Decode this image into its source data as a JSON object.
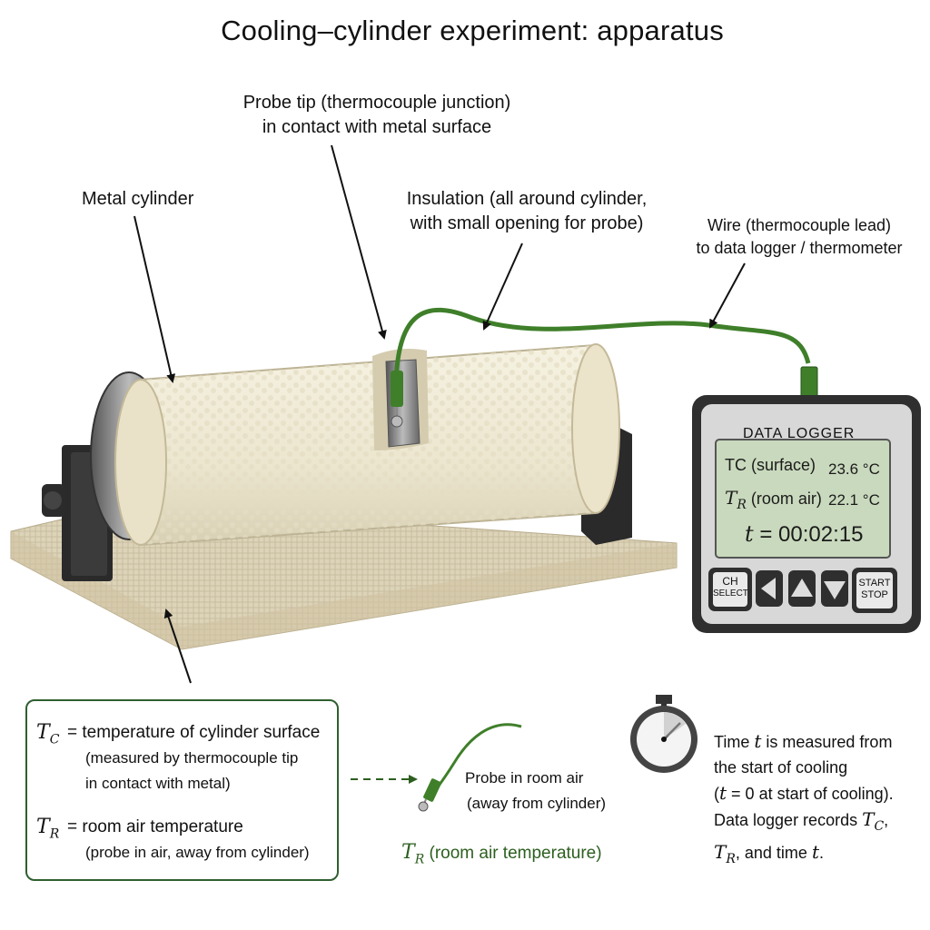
{
  "title": "Cooling–cylinder experiment: apparatus",
  "labels": {
    "probe_tip": [
      "Probe tip (thermocouple junction)",
      "in contact with metal surface"
    ],
    "metal_cylinder": "Metal cylinder",
    "insulation": [
      "Insulation (all around cylinder,",
      "with small opening for probe)"
    ],
    "wire": [
      "Wire (thermocouple lead)",
      "to data logger / thermometer"
    ]
  },
  "logger": {
    "title": "DATA LOGGER",
    "tc_label": "TC (surface)",
    "tc_value": "23.6 °C",
    "tr_symbol": "T",
    "tr_sub": "R",
    "tr_label": "(room air)",
    "tr_value": "22.1 °C",
    "time_symbol": "t",
    "time_value": "= 00:02:15",
    "buttons": {
      "ch_select": [
        "CH",
        "SELECT"
      ],
      "start_stop": [
        "START",
        "STOP"
      ]
    }
  },
  "legend": {
    "tc_symbol": "T",
    "tc_sub": "C",
    "tc_lines": [
      "= temperature of cylinder surface",
      "(measured by thermocouple tip",
      "in contact with metal)"
    ],
    "tr_symbol": "T",
    "tr_sub": "R",
    "tr_lines": [
      "= room air temperature",
      "(probe in air, away from cylinder)"
    ]
  },
  "room_probe": {
    "lines": [
      "Probe in room air",
      "(away from cylinder)"
    ],
    "caption_symbol": "T",
    "caption_sub": "R",
    "caption_text": "(room air temperature)"
  },
  "time_note": {
    "l1a": "Time ",
    "l1sym": "t",
    "l1b": " is measured from",
    "l2": "the start of cooling",
    "l3a": "(",
    "l3sym": "t",
    "l3b": " = 0 at start of cooling).",
    "l4a": "Data logger records ",
    "l4sym": "T",
    "l4sub": "C",
    "l4b": ",",
    "l5sym": "T",
    "l5sub": "R",
    "l5a": ", and time ",
    "l5sym2": "t",
    "l5b": "."
  },
  "colors": {
    "wire_green": "#3f7f2a",
    "legend_border": "#2f5f2f",
    "lcd_bg": "#c9d9bd",
    "insulation": "#efead6"
  }
}
